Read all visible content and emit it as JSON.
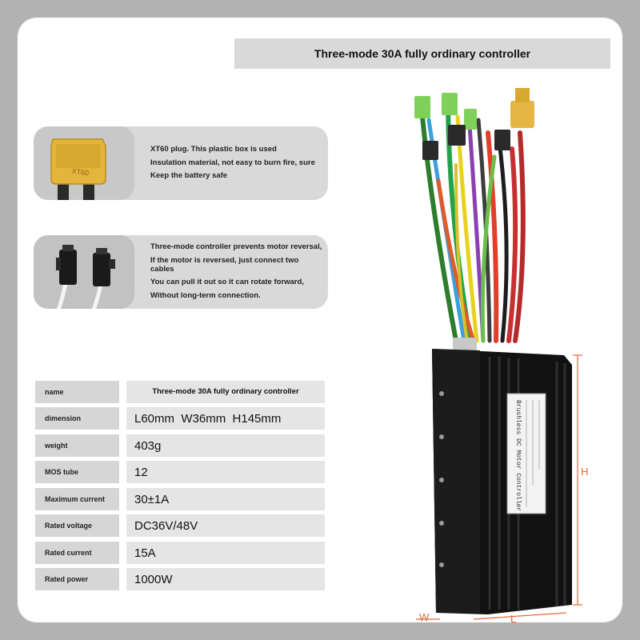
{
  "title": "Three-mode 30A fully ordinary controller",
  "features": [
    {
      "icon": "xt60-plug-icon",
      "lines": [
        "XT60 plug. This plastic box is used",
        "Insulation material, not easy to burn fire, sure",
        "Keep the battery safe"
      ],
      "plug_text": "XT60"
    },
    {
      "icon": "motor-connector-icon",
      "lines": [
        "Three-mode controller prevents motor reversal,",
        "If the motor is reversed, just connect two cables",
        "You can pull it out so it can rotate forward,",
        "Without long-term connection."
      ]
    }
  ],
  "specs": [
    {
      "name": "name",
      "value": "Three-mode 30A fully ordinary controller"
    },
    {
      "name": "dimension",
      "value": "L60mm  W36mm  H145mm"
    },
    {
      "name": "weight",
      "value": "403g"
    },
    {
      "name": "MOS tube",
      "value": "12"
    },
    {
      "name": "Maximum current",
      "value": "30±1A"
    },
    {
      "name": "Rated voltage",
      "value": "DC36V/48V"
    },
    {
      "name": "Rated current",
      "value": "15A"
    },
    {
      "name": "Rated power",
      "value": "1000W"
    }
  ],
  "product": {
    "label_lines": [
      "Brushless DC Motor Controller"
    ],
    "dim_h": "H",
    "dim_w": "W",
    "dim_l": "L",
    "accent_color": "#e26a35"
  }
}
